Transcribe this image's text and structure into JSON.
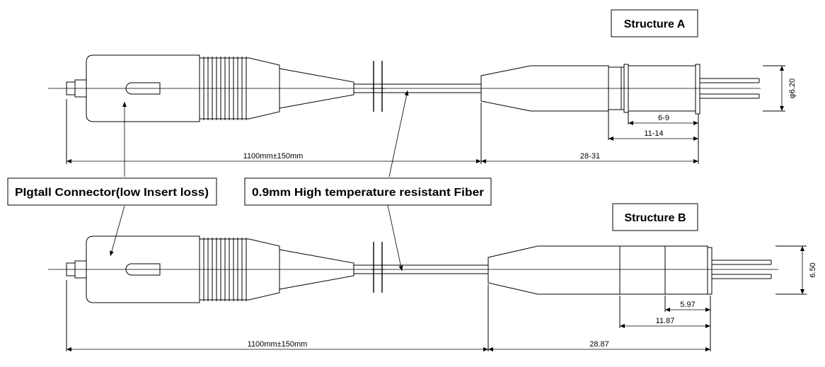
{
  "structure_a": {
    "title": "Structure A",
    "dim_fiber_length": "1100mm±150mm",
    "dim_body_length": "28-31",
    "dim_inner_1": "6-9",
    "dim_inner_2": "11-14",
    "dim_diameter": "φ6.20"
  },
  "structure_b": {
    "title": "Structure B",
    "dim_fiber_length": "1100mm±150mm",
    "dim_body_length": "28.87",
    "dim_inner_1": "5.97",
    "dim_inner_2": "11.87",
    "dim_diameter": "6.50"
  },
  "callouts": {
    "connector": "PIgtall Connector(low Insert loss)",
    "fiber": "0.9mm High temperature resistant Fiber"
  }
}
